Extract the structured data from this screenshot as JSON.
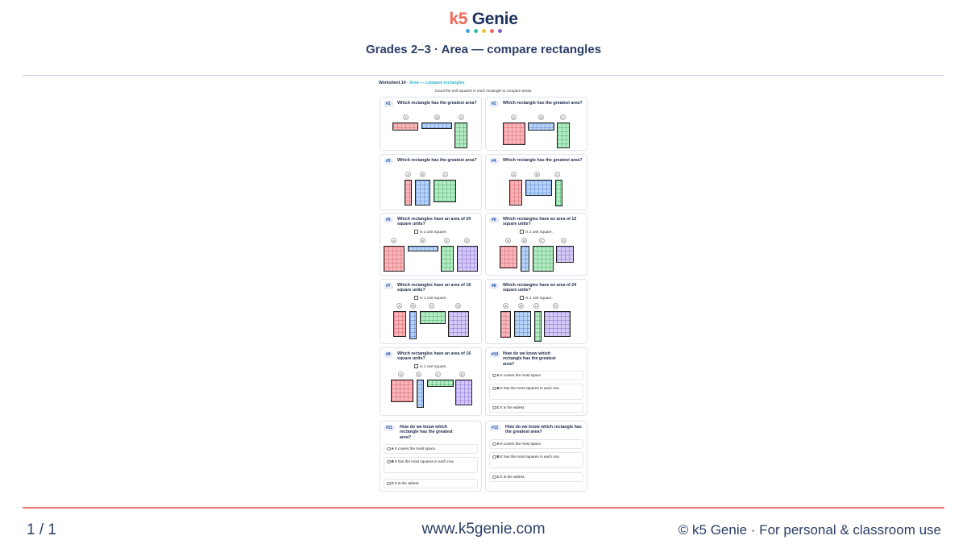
{
  "brand": {
    "k5": "k5",
    "genie": "Genie",
    "dot_colors": [
      "#3fa1e8",
      "#31c2a8",
      "#f3c13f",
      "#ef6a6a",
      "#8a57d8"
    ]
  },
  "subtitle": "Grades 2–3 · Area — compare rectangles",
  "worksheet": {
    "title_prefix": "Worksheet 14 ·",
    "title_sub": "Area — compare rectangles",
    "instruction": "Count the unit squares in each rectangle to compare areas.",
    "unit_note": "is 1 unit square.",
    "questions": [
      {
        "num": "#1",
        "text": "Which rectangle has the greatest area?",
        "labels": [
          "A",
          "B",
          "C"
        ]
      },
      {
        "num": "#2",
        "text": "Which rectangle has the greatest area?",
        "labels": [
          "A",
          "B",
          "C"
        ]
      },
      {
        "num": "#3",
        "text": "Which rectangle has the greatest area?",
        "labels": [
          "A",
          "B",
          "C"
        ]
      },
      {
        "num": "#4",
        "text": "Which rectangle has the greatest area?",
        "labels": [
          "A",
          "B",
          "C"
        ]
      },
      {
        "num": "#5",
        "text": "Which rectangles have an area of 20 square units?",
        "labels": [
          "A",
          "B",
          "C",
          "D"
        ]
      },
      {
        "num": "#6",
        "text": "Which rectangles have an area of 12 square units?",
        "labels": [
          "A",
          "B",
          "C",
          "D"
        ]
      },
      {
        "num": "#7",
        "text": "Which rectangles have an area of 18 square units?",
        "labels": [
          "A",
          "B",
          "C",
          "D"
        ]
      },
      {
        "num": "#8",
        "text": "Which rectangles have an area of 24 square units?",
        "labels": [
          "A",
          "B",
          "C",
          "D"
        ]
      },
      {
        "num": "#9",
        "text": "Which rectangles have an area of 16 square units?",
        "labels": [
          "A",
          "B",
          "C",
          "D"
        ]
      },
      {
        "num": "#10",
        "text": "How do we know which rectangle has the greatest area?",
        "options": [
          {
            "letter": "A",
            "text": "It covers the most space."
          },
          {
            "letter": "B",
            "text": "It has the most squares in each row."
          },
          {
            "letter": "C",
            "text": "It is the widest."
          }
        ]
      },
      {
        "num": "#11",
        "text": "How do we know which rectangle has the greatest area?",
        "options": [
          {
            "letter": "A",
            "text": "It covers the most space."
          },
          {
            "letter": "B",
            "text": "It has the most squares in each row."
          },
          {
            "letter": "C",
            "text": "It is the widest."
          }
        ]
      },
      {
        "num": "#12",
        "text": "How do we know which rectangle has the greatest area?",
        "options": [
          {
            "letter": "A",
            "text": "It covers the most space."
          },
          {
            "letter": "B",
            "text": "It has the most squares in each row."
          },
          {
            "letter": "C",
            "text": "It is the widest."
          }
        ]
      }
    ]
  },
  "footer": {
    "pager": "1 / 1",
    "site": "www.k5genie.com",
    "copyright": "© k5 Genie · For personal & classroom use"
  }
}
